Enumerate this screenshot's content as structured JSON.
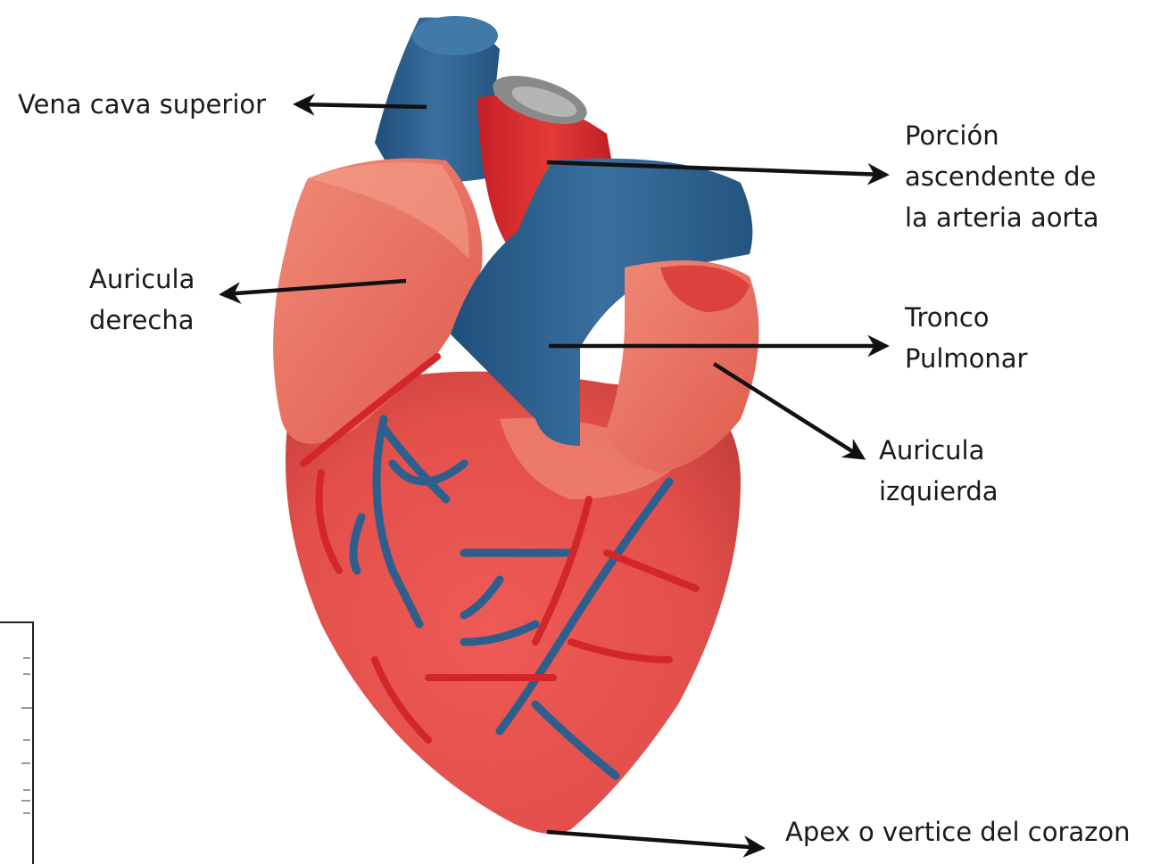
{
  "labels": {
    "vena_cava": "Vena cava superior",
    "aorta": [
      "Porción",
      "ascendente de",
      "la arteria aorta"
    ],
    "auricula_derecha": [
      "Auricula",
      "derecha"
    ],
    "tronco_pulmonar": [
      "Tronco",
      "Pulmonar"
    ],
    "auricula_izquierda": [
      "Auricula",
      "izquierda"
    ],
    "apex": "Apex o vertice del corazon"
  },
  "colors": {
    "myocardium": "#e2504c",
    "myocardium_light": "#ef8a78",
    "vein_blue": "#2c5f8e",
    "artery_red": "#d8262a",
    "arrow": "#111111",
    "text": "#1a1a1a"
  }
}
